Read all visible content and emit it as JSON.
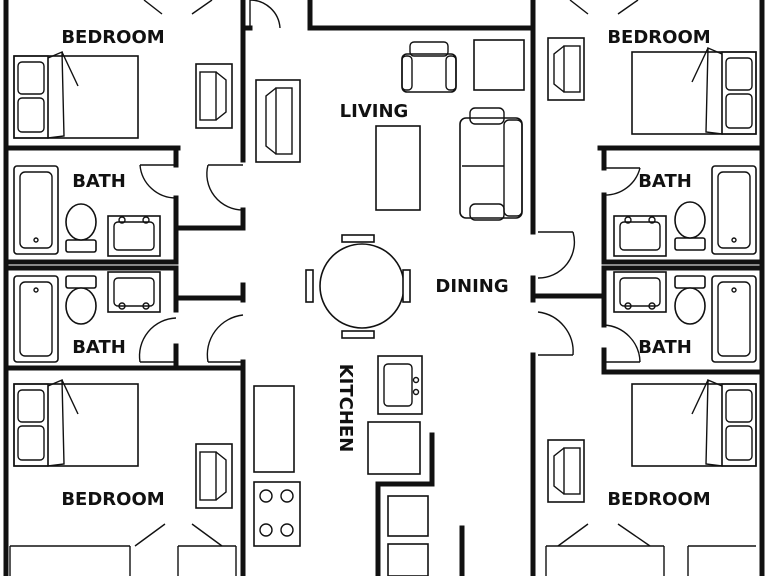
{
  "rooms": {
    "bedroom_top_left": "BEDROOM",
    "bedroom_top_right": "BEDROOM",
    "bedroom_bottom_left": "BEDROOM",
    "bedroom_bottom_right": "BEDROOM",
    "bath_upper_left": "BATH",
    "bath_lower_left": "BATH",
    "bath_upper_right": "BATH",
    "bath_lower_right": "BATH",
    "living": "LIVING",
    "dining": "DINING",
    "kitchen": "KITCHEN"
  }
}
